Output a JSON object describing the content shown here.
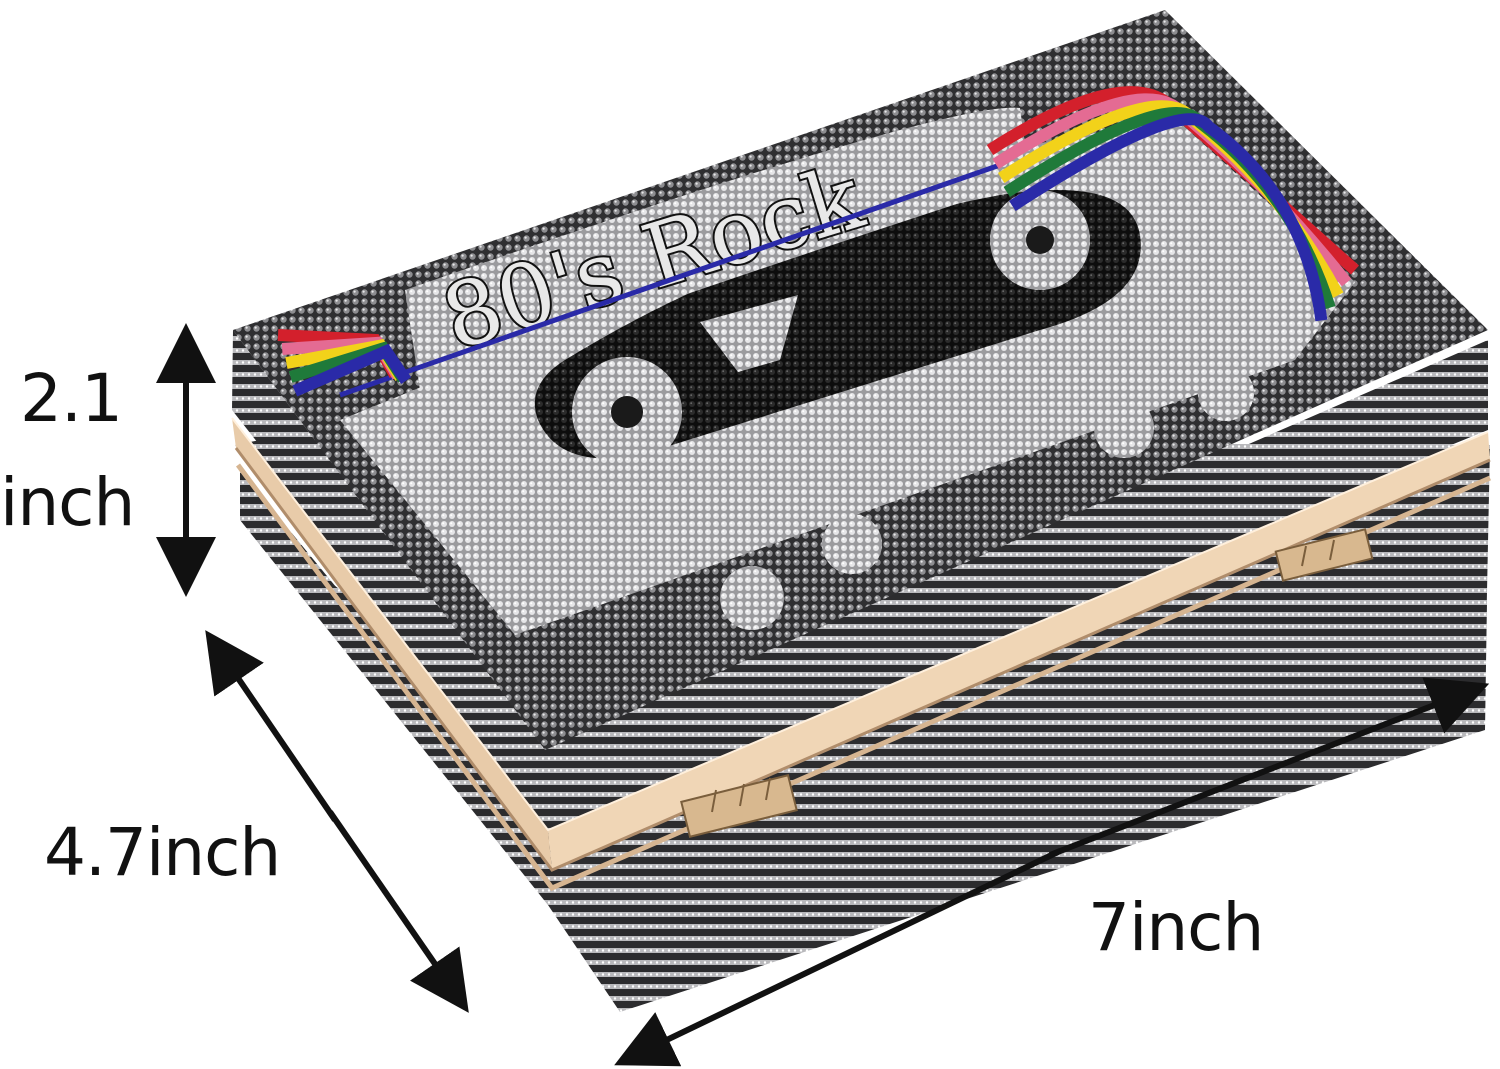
{
  "product": {
    "label_text": "80's Rock"
  },
  "dimensions": {
    "height_line1": "2.1",
    "height_line2": "inch",
    "depth": "4.7inch",
    "width": "7inch"
  },
  "colors": {
    "rainbow": [
      "#d3202c",
      "#e46b93",
      "#f2d21a",
      "#1f7a3a",
      "#2a2aa8"
    ],
    "rhinestone_dark": "#3a3a3c",
    "rhinestone_light": "#d9d9d9",
    "frame_gold": "#e6c9a8",
    "arrow": "#111111"
  }
}
